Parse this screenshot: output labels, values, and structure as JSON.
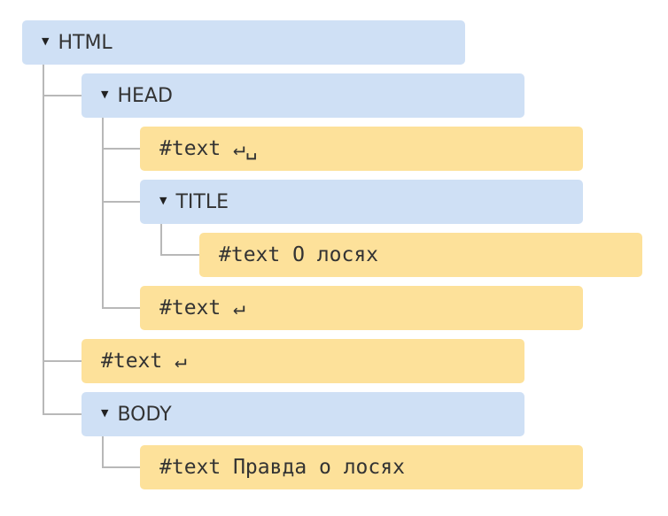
{
  "tree": {
    "html": {
      "toggle": "▼",
      "label": "HTML"
    },
    "head": {
      "toggle": "▼",
      "label": "HEAD"
    },
    "head_text_1": {
      "label": "#text ↵␣"
    },
    "title": {
      "toggle": "▼",
      "label": "TITLE"
    },
    "title_text": {
      "label": "#text О лосях"
    },
    "head_text_2": {
      "label": "#text ↵"
    },
    "html_text": {
      "label": "#text ↵"
    },
    "body": {
      "toggle": "▼",
      "label": "BODY"
    },
    "body_text": {
      "label": "#text Правда о лосях"
    }
  },
  "colors": {
    "element_node": "#cfe0f5",
    "text_node": "#fde19a",
    "connector": "#b8b8b8"
  }
}
